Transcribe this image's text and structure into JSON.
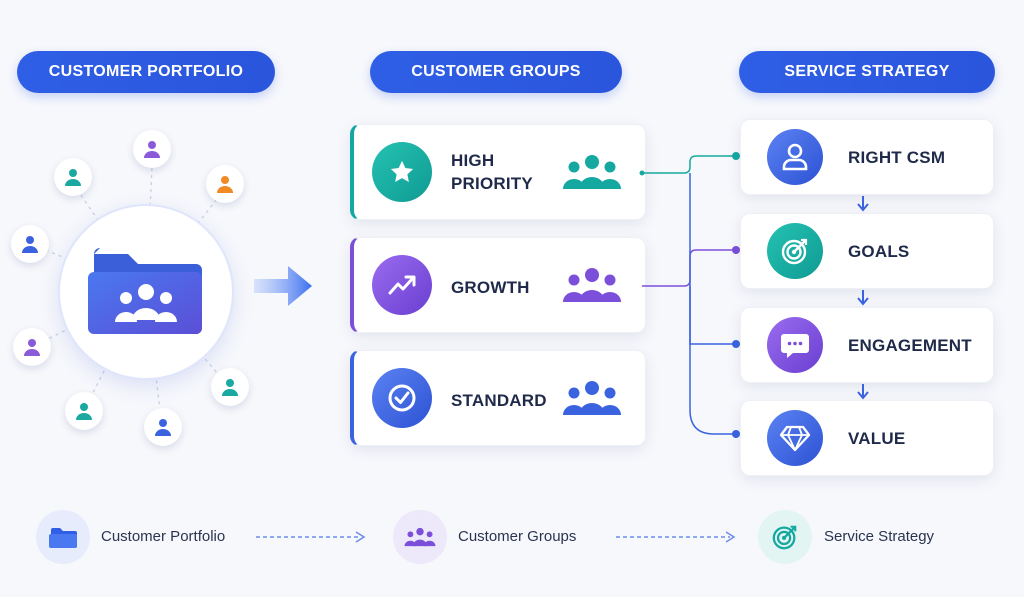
{
  "headers": {
    "portfolio": "CUSTOMER PORTFOLIO",
    "groups": "CUSTOMER GROUPS",
    "strategy": "SERVICE STRATEGY"
  },
  "groups": [
    {
      "label_line1": "HIGH",
      "label_line2": "PRIORITY",
      "icon": "star-icon",
      "color": "#14a8a0"
    },
    {
      "label_line1": "GROWTH",
      "label_line2": "",
      "icon": "trend-up-icon",
      "color": "#7b4fd9"
    },
    {
      "label_line1": "STANDARD",
      "label_line2": "",
      "icon": "check-badge-icon",
      "color": "#3b63e0"
    }
  ],
  "strategy_steps": [
    {
      "label": "RIGHT CSM",
      "icon": "person-icon",
      "color": "#3b63e0"
    },
    {
      "label": "GOALS",
      "icon": "target-icon",
      "color": "#14a8a0"
    },
    {
      "label": "ENGAGEMENT",
      "icon": "chat-bubble-icon",
      "color": "#7b4fd9"
    },
    {
      "label": "VALUE",
      "icon": "diamond-icon",
      "color": "#3b63e0"
    }
  ],
  "bottom_flow": [
    {
      "label": "Customer Portfolio",
      "icon": "folder-icon"
    },
    {
      "label": "Customer Groups",
      "icon": "group-icon"
    },
    {
      "label": "Service Strategy",
      "icon": "target-icon"
    }
  ],
  "colors": {
    "accent_blue": "#2f5fe6",
    "teal": "#14a8a0",
    "purple": "#7b4fd9",
    "orange": "#f08a24"
  }
}
